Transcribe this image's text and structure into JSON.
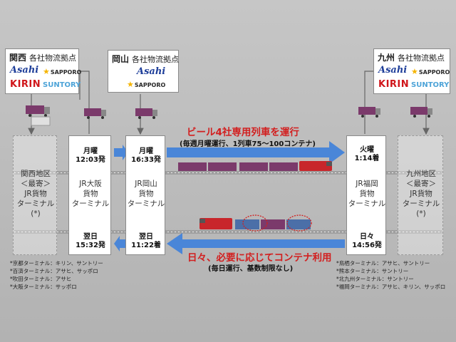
{
  "hubs": {
    "kansai": {
      "region": "関西",
      "label": "各社物流拠点",
      "brands": [
        "Asahi",
        "SAPPORO",
        "KIRIN",
        "SUNTORY"
      ]
    },
    "okayama": {
      "region": "岡山",
      "label": "各社物流拠点",
      "brands": [
        "Asahi",
        "SAPPORO"
      ]
    },
    "kyushu": {
      "region": "九州",
      "label": "各社物流拠点",
      "brands": [
        "Asahi",
        "SAPPORO",
        "KIRIN",
        "SUNTORY"
      ]
    }
  },
  "terminals": {
    "kansai_area": "関西地区\n＜最寄＞\nJR貨物\nターミナル\n(*)",
    "osaka": "JR大阪\n貨物\nターミナル",
    "okayama": "JR岡山\n貨物\nターミナル",
    "fukuoka": "JR福岡\n貨物\nターミナル",
    "kyushu_area": "九州地区\n＜最寄＞\nJR貨物\nターミナル\n(*)"
  },
  "times": {
    "osaka_dep": "月曜\n12:03発",
    "okayama_dep": "月曜\n16:33発",
    "fukuoka_arr": "火曜\n1:14着",
    "fukuoka_dep": "日々\n14:56発",
    "okayama_arr": "翌日\n11:22着",
    "osaka_arr": "翌日\n15:32発"
  },
  "routes": {
    "outbound_title": "ビール4社専用列車を運行",
    "outbound_sub": "(毎週月曜運行、1列車75～100コンテナ)",
    "return_title": "日々、必要に応じてコンテナ利用",
    "return_sub": "(毎日運行、基数制限なし)"
  },
  "notes": {
    "left": [
      "*京都ターミナル：キリン、サントリー",
      "*百済ターミナル：アサヒ、サッポロ",
      "*吹田ターミナル：アサヒ",
      "*大阪ターミナル：サッポロ"
    ],
    "right": [
      "*鳥栖ターミナル：アサヒ、サントリー",
      "*熊本ターミナル：サントリー",
      "*北九州ターミナル：サントリー",
      "*福岡ターミナル：アサヒ、キリン、サッポロ"
    ]
  },
  "colors": {
    "arrow_blue": "#4a86d8",
    "red": "#d21f1f",
    "container": "#7b3a6b",
    "loco": "#c8262b"
  }
}
